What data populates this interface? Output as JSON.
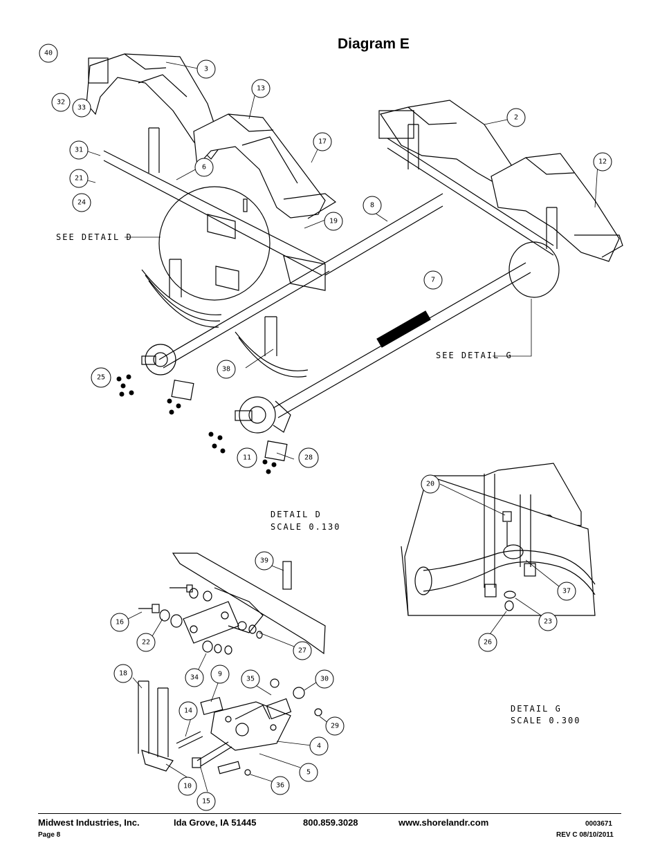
{
  "title": "Diagram E",
  "callouts": [
    {
      "label": "40"
    },
    {
      "label": "32"
    },
    {
      "label": "33"
    },
    {
      "label": "3"
    },
    {
      "label": "13"
    },
    {
      "label": "2"
    },
    {
      "label": "12"
    },
    {
      "label": "17"
    },
    {
      "label": "31"
    },
    {
      "label": "21"
    },
    {
      "label": "24"
    },
    {
      "label": "6"
    },
    {
      "label": "19"
    },
    {
      "label": "8"
    },
    {
      "label": "7"
    },
    {
      "label": "25"
    },
    {
      "label": "38"
    },
    {
      "label": "11"
    },
    {
      "label": "28"
    },
    {
      "label": "20"
    },
    {
      "label": "37"
    },
    {
      "label": "23"
    },
    {
      "label": "26"
    },
    {
      "label": "39"
    },
    {
      "label": "16"
    },
    {
      "label": "22"
    },
    {
      "label": "27"
    },
    {
      "label": "18"
    },
    {
      "label": "34"
    },
    {
      "label": "9"
    },
    {
      "label": "35"
    },
    {
      "label": "30"
    },
    {
      "label": "14"
    },
    {
      "label": "29"
    },
    {
      "label": "4"
    },
    {
      "label": "5"
    },
    {
      "label": "10"
    },
    {
      "label": "15"
    },
    {
      "label": "36"
    }
  ],
  "detail_labels": {
    "see_detail_d": "SEE DETAIL  D",
    "see_detail_g": "SEE DETAIL  G",
    "detail_d": "DETAIL  D",
    "detail_d_scale": "SCALE  0.130",
    "detail_g": "DETAIL  G",
    "detail_g_scale": "SCALE  0.300"
  },
  "footer": {
    "company": "Midwest Industries, Inc.",
    "location": "Ida Grove, IA  51445",
    "phone": "800.859.3028",
    "website": "www.shorelandr.com",
    "doc_number": "0003671",
    "page": "Page 8",
    "revision": "REV C  08/10/2011"
  }
}
